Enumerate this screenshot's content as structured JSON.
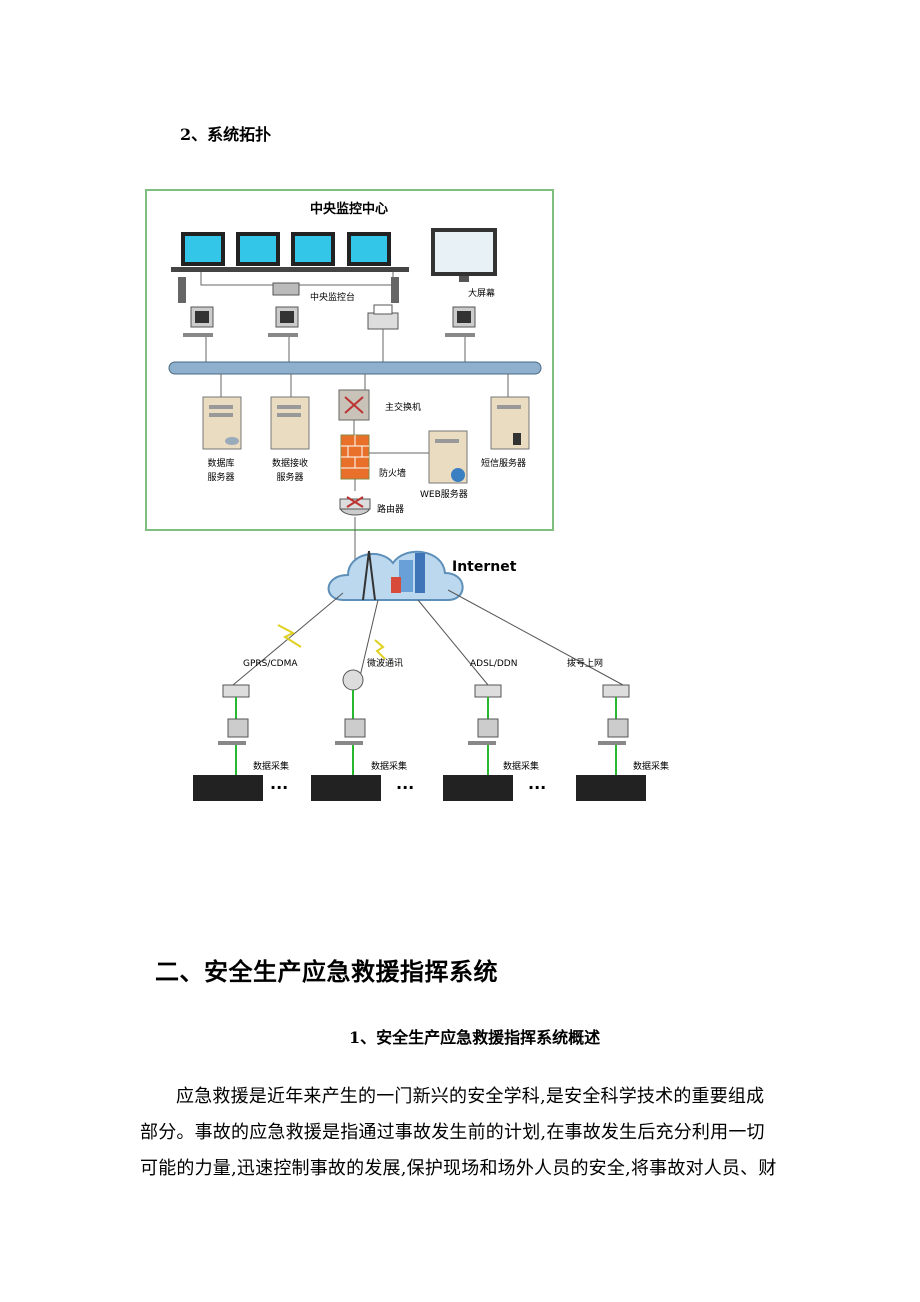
{
  "section_heading": "2、系统拓扑",
  "diagram": {
    "center_title": "中央监控中心",
    "console_label": "中央监控台",
    "big_screen_label": "大屏幕",
    "main_switch_label": "主交换机",
    "db_server_label_1": "数据库",
    "db_server_label_2": "服务器",
    "recv_server_label_1": "数据接收",
    "recv_server_label_2": "服务器",
    "sms_server_label": "短信服务器",
    "firewall_label": "防火墙",
    "web_server_label": "WEB服务器",
    "router_label": "路由器",
    "internet_label": "Internet",
    "links": [
      "GPRS/CDMA",
      "微波通讯",
      "ADSL/DDN",
      "拨号上网"
    ],
    "collect_label": "数据采集",
    "ellipsis": "···"
  },
  "chapter_heading": "二、安全生产应急救援指挥系统",
  "subsection_heading": "1、安全生产应急救援指挥系统概述",
  "paragraph_lines": [
    "应急救援是近年来产生的一门新兴的安全学科,是安全科学技术的重要组成",
    "部分。事故的应急救援是指通过事故发生前的计划,在事故发生后充分利用一切",
    "可能的力量,迅速控制事故的发展,保护现场和场外人员的安全,将事故对人员、财"
  ]
}
